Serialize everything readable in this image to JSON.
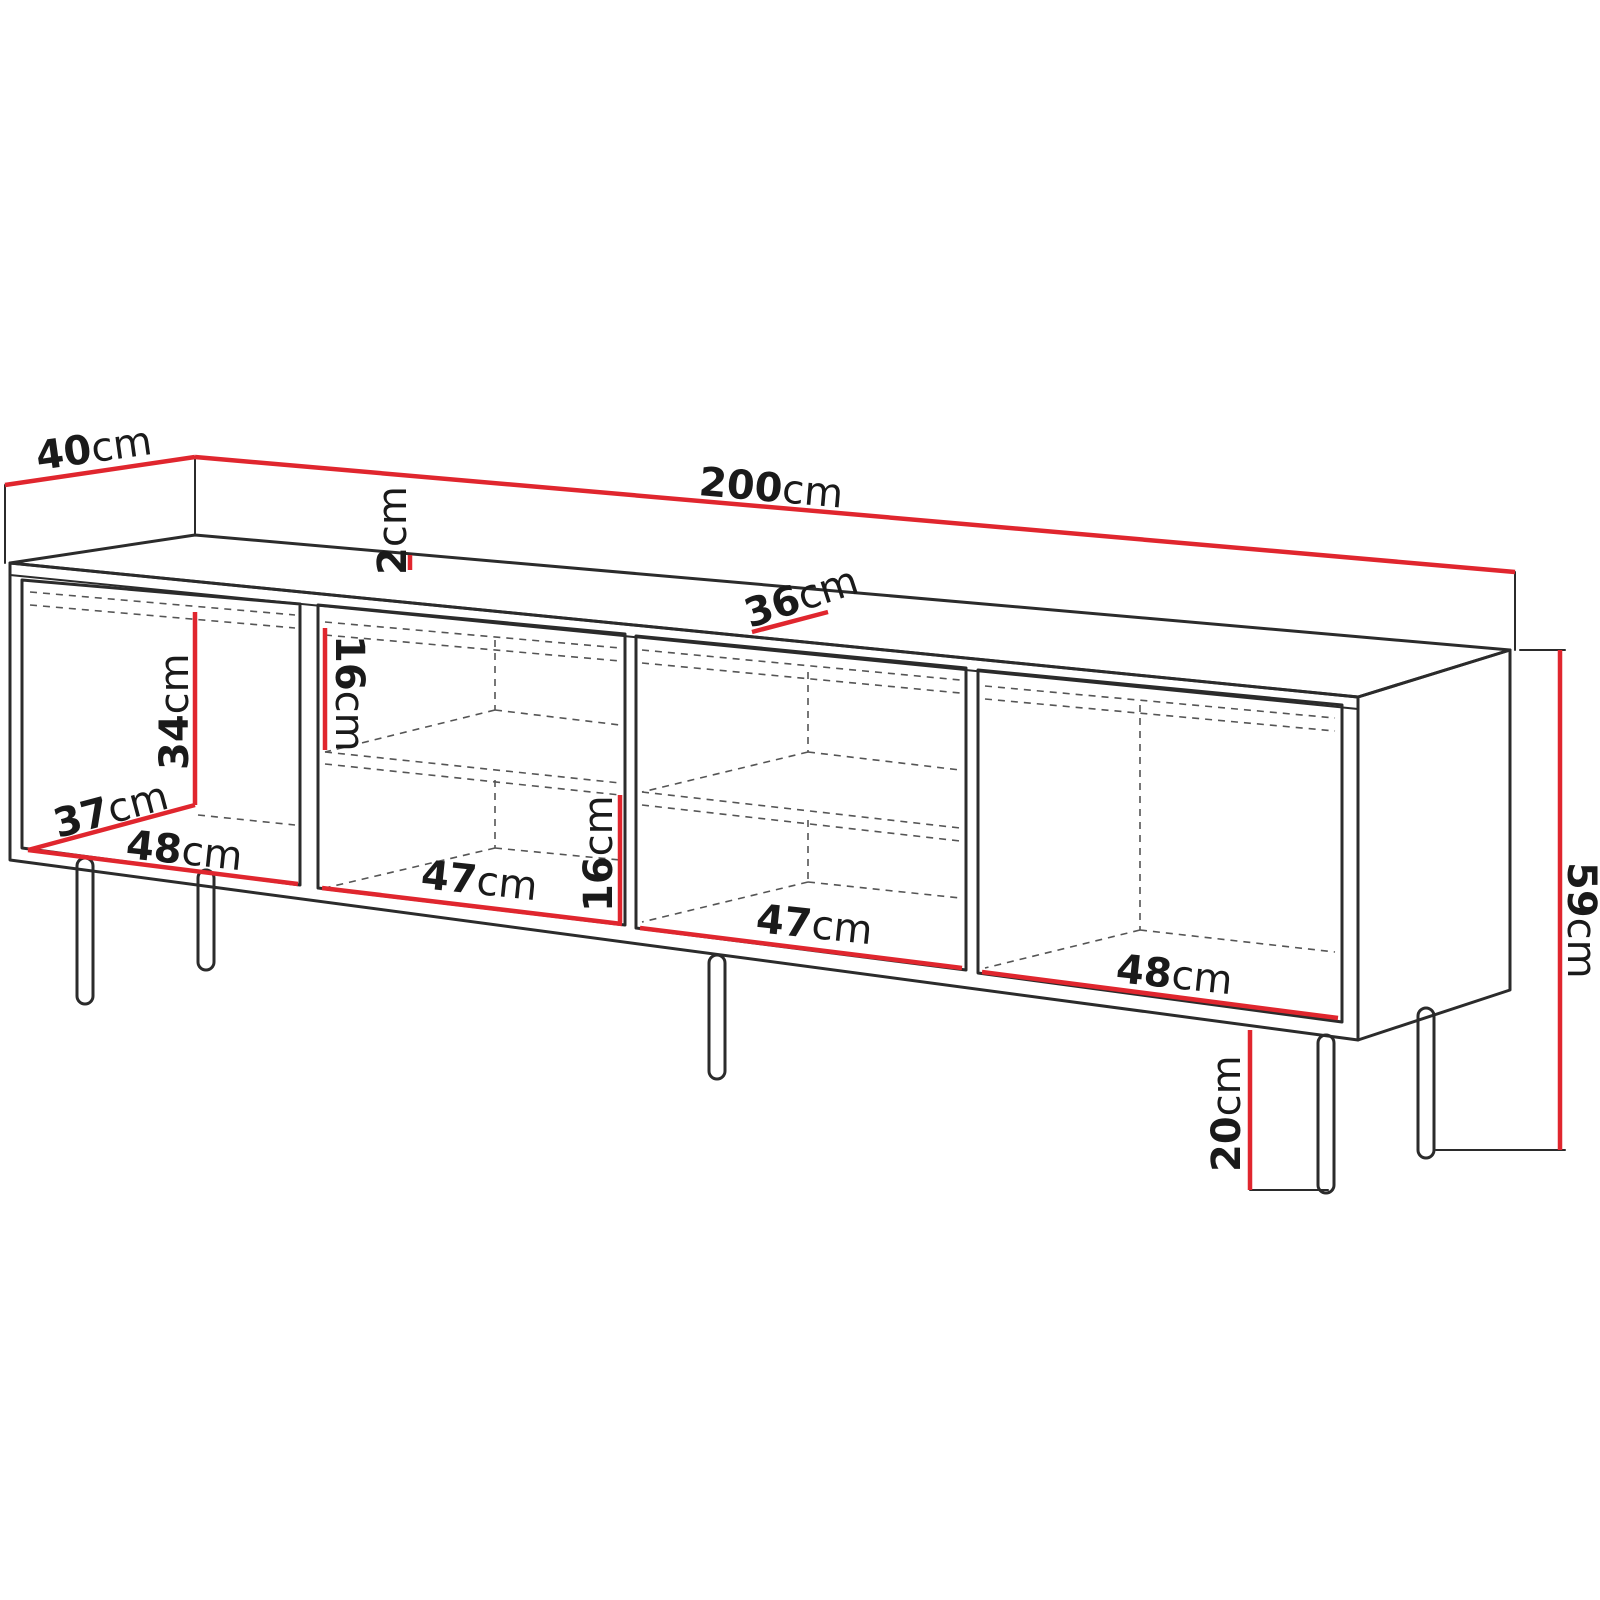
{
  "colors": {
    "dimension": "#e0262e",
    "outline": "#2b2b2b",
    "background": "#ffffff"
  },
  "dimensions": {
    "depth": {
      "value": "40",
      "unit": "cm"
    },
    "width": {
      "value": "200",
      "unit": "cm"
    },
    "top_thickness": {
      "value": "2",
      "unit": "cm"
    },
    "inner_depth": {
      "value": "36",
      "unit": "cm"
    },
    "height": {
      "value": "59",
      "unit": "cm"
    },
    "leg_height": {
      "value": "20",
      "unit": "cm"
    },
    "left_height": {
      "value": "34",
      "unit": "cm"
    },
    "left_depth": {
      "value": "37",
      "unit": "cm"
    },
    "left_width": {
      "value": "48",
      "unit": "cm"
    },
    "shelf_upper": {
      "value": "16",
      "unit": "cm"
    },
    "shelf_lower": {
      "value": "16",
      "unit": "cm"
    },
    "mid_left_width": {
      "value": "47",
      "unit": "cm"
    },
    "mid_right_width": {
      "value": "47",
      "unit": "cm"
    },
    "right_width": {
      "value": "48",
      "unit": "cm"
    }
  }
}
